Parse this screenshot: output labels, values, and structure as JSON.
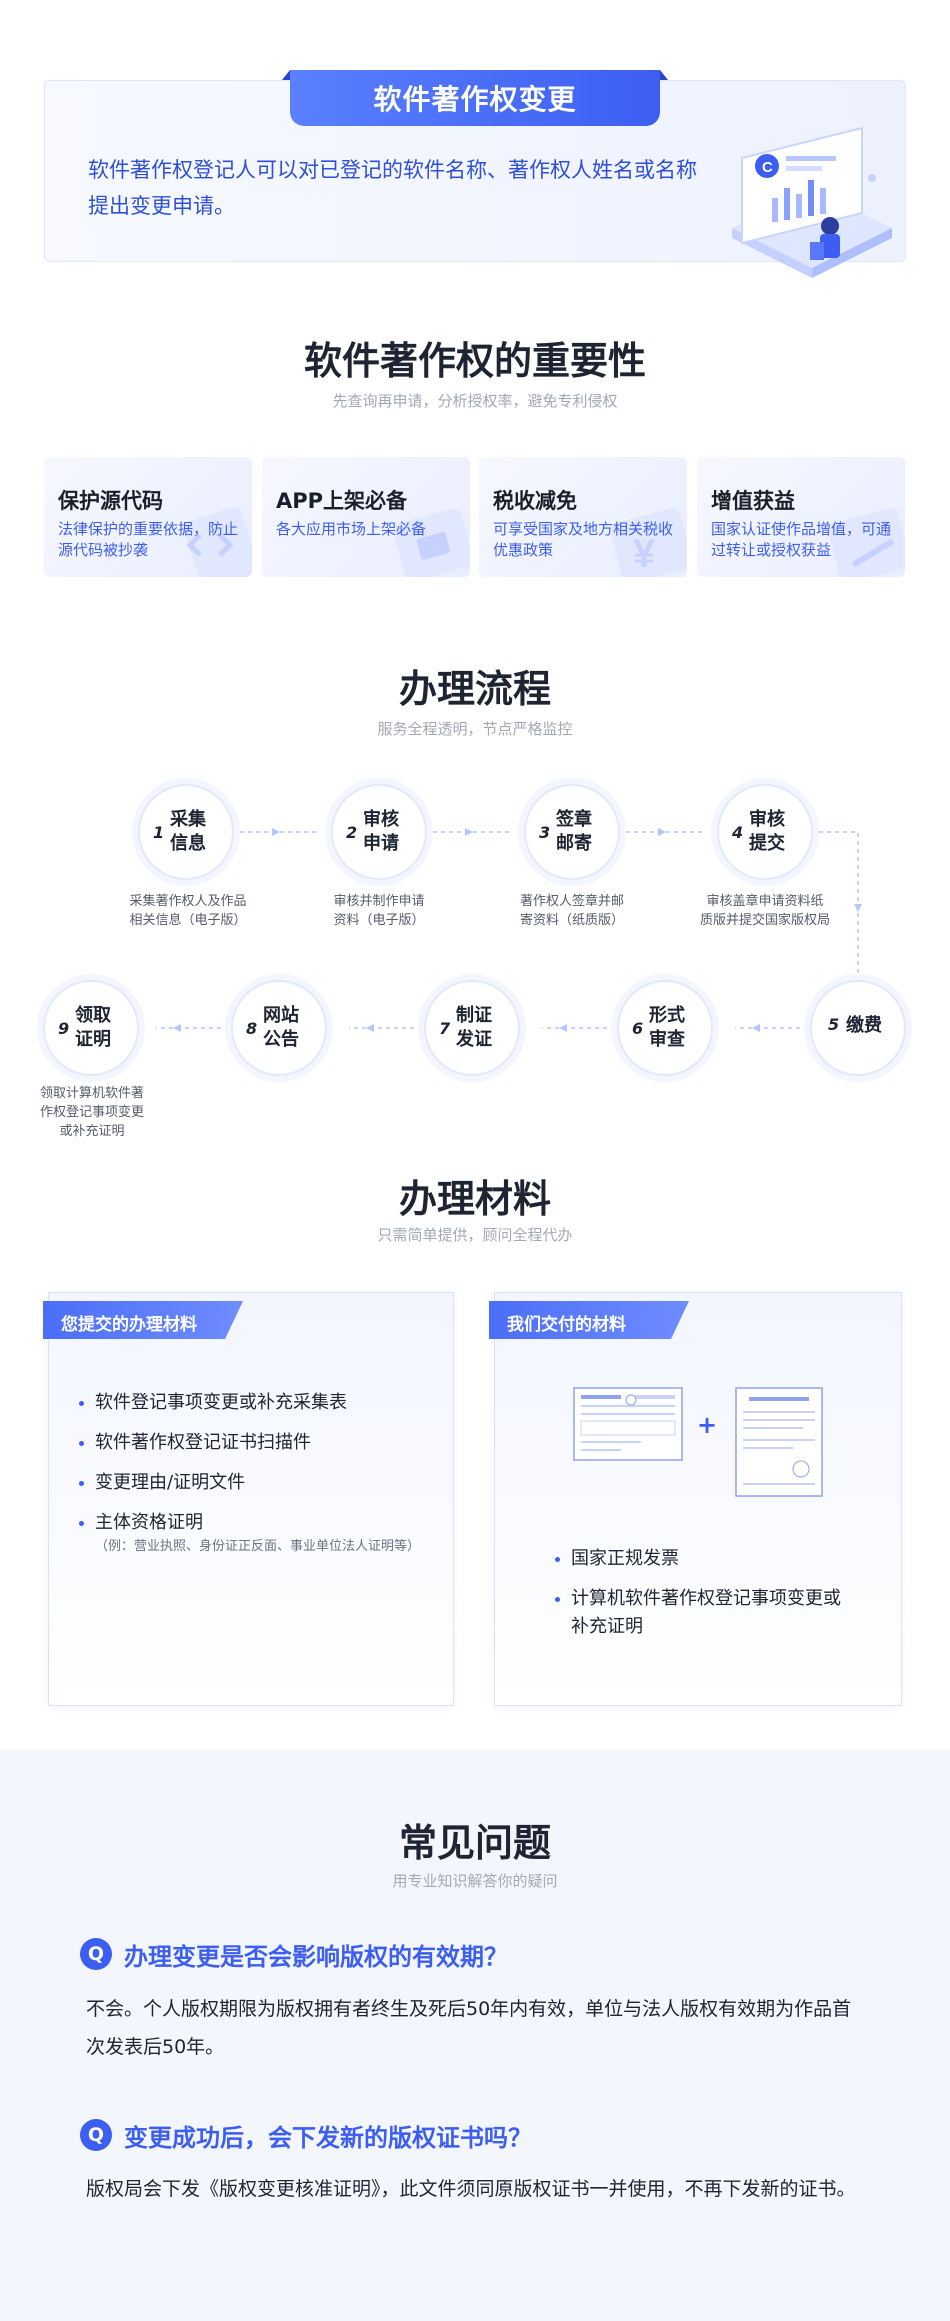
{
  "hero": {
    "title": "软件著作权变更",
    "description": "软件著作权登记人可以对已登记的软件名称、著作权人姓名或名称提出变更申请。",
    "illustration_icon": "document-chart-isometric-icon"
  },
  "importance": {
    "title": "软件著作权的重要性",
    "subtitle": "先查询再申请，分析授权率，避免专利侵权",
    "cards": [
      {
        "title": "保护源代码",
        "desc": "法律保护的重要依据，防止源代码被抄袭"
      },
      {
        "title": "APP上架必备",
        "desc": "各大应用市场上架必备"
      },
      {
        "title": "税收减免",
        "desc": "可享受国家及地方相关税收优惠政策"
      },
      {
        "title": "增值获益",
        "desc": "国家认证使作品增值，可通过转让或授权获益"
      }
    ]
  },
  "process": {
    "title": "办理流程",
    "subtitle": "服务全程透明，节点严格监控",
    "steps": [
      {
        "num": "1",
        "label": "采集\n信息",
        "desc": "采集著作权人及作品\n相关信息（电子版）"
      },
      {
        "num": "2",
        "label": "审核\n申请",
        "desc": "审核并制作申请\n资料（电子版）"
      },
      {
        "num": "3",
        "label": "签章\n邮寄",
        "desc": "著作权人签章并邮\n寄资料（纸质版）"
      },
      {
        "num": "4",
        "label": "审核\n提交",
        "desc": "审核盖章申请资料纸\n质版并提交国家版权局"
      },
      {
        "num": "5",
        "label": "缴费",
        "desc": ""
      },
      {
        "num": "6",
        "label": "形式\n审查",
        "desc": ""
      },
      {
        "num": "7",
        "label": "制证\n发证",
        "desc": ""
      },
      {
        "num": "8",
        "label": "网站\n公告",
        "desc": ""
      },
      {
        "num": "9",
        "label": "领取\n证明",
        "desc": "领取计算机软件著\n作权登记事项变更\n或补充证明"
      }
    ]
  },
  "materials": {
    "title": "办理材料",
    "subtitle": "只需简单提供，顾问全程代办",
    "submit": {
      "tag": "您提交的办理材料",
      "items": [
        "软件登记事项变更或补充采集表",
        "软件著作权登记证书扫描件",
        "变更理由/证明文件",
        "主体资格证明"
      ],
      "note": "（例：营业执照、身份证正反面、事业单位法人证明等）"
    },
    "deliver": {
      "tag": "我们交付的材料",
      "plus": "+",
      "items": [
        "国家正规发票",
        "计算机软件著作权登记事项变更或补充证明"
      ]
    }
  },
  "faq": {
    "title": "常见问题",
    "subtitle": "用专业知识解答你的疑问",
    "q_mark": "Q",
    "items": [
      {
        "q": "办理变更是否会影响版权的有效期？",
        "a": "不会。个人版权期限为版权拥有者终生及死后50年内有效，单位与法人版权有效期为作品首次发表后50年。"
      },
      {
        "q": "变更成功后，会下发新的版权证书吗？",
        "a": "版权局会下发《版权变更核准证明》，此文件须同原版权证书一并使用，不再下发新的证书。"
      }
    ]
  },
  "colors": {
    "accent": "#3d5ef2",
    "light_bg": "#f4f6fd"
  }
}
